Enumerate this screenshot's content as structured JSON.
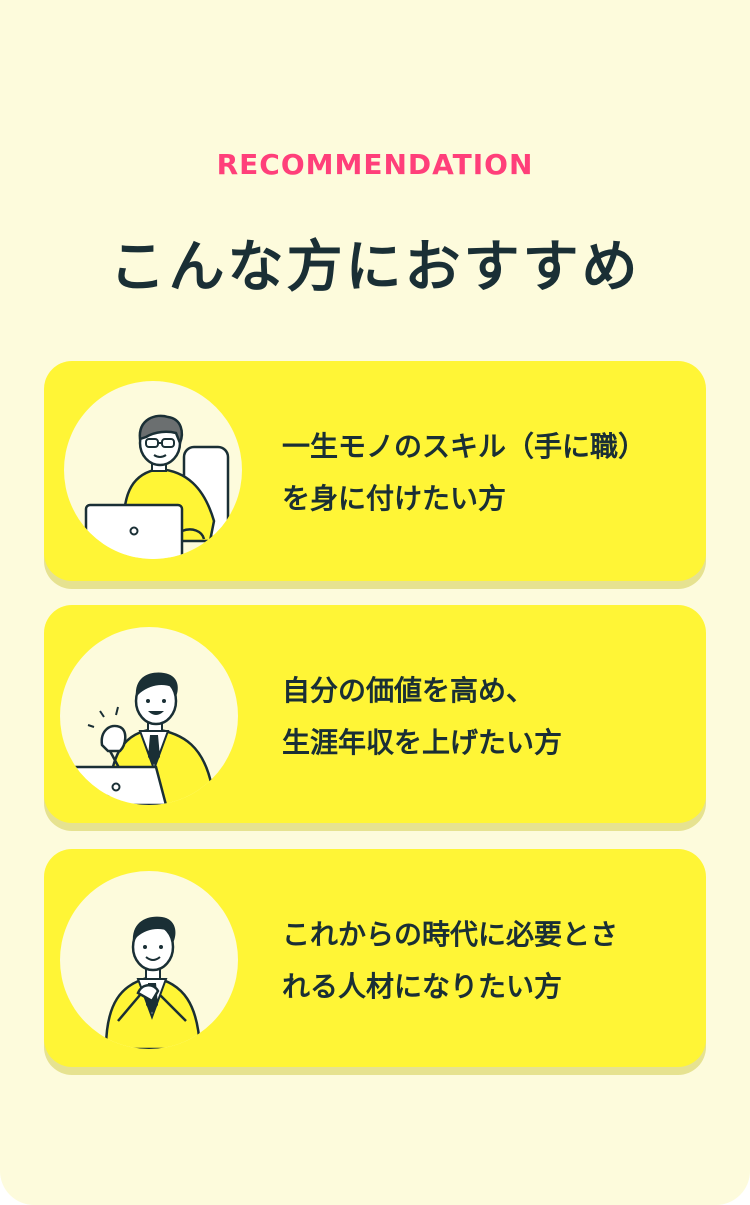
{
  "section": {
    "eyebrow": "RECOMMENDATION",
    "title": "こんな方におすすめ"
  },
  "cards": [
    {
      "line1": "一生モノのスキル（手に職）",
      "line2": "を身に付けたい方",
      "illustration": "man-at-laptop-icon"
    },
    {
      "line1": "自分の価値を高め、",
      "line2": "生涯年収を上げたい方",
      "illustration": "businessman-fist-icon"
    },
    {
      "line1": "これからの時代に必要とさ",
      "line2": "れる人材になりたい方",
      "illustration": "businessman-tie-icon"
    }
  ],
  "colors": {
    "background": "#fdfbdc",
    "card": "#fff536",
    "accent": "#ff3f7a",
    "text": "#1a2f35"
  }
}
